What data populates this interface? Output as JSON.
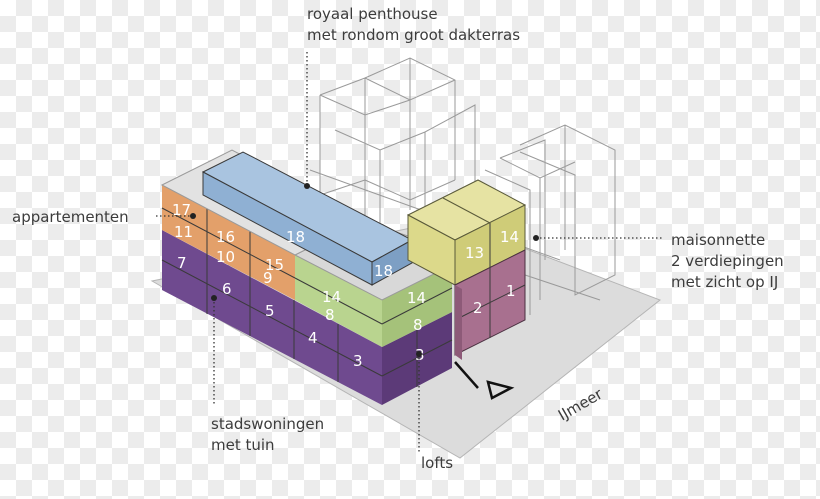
{
  "colors": {
    "purple": "#6f4a8f",
    "orange": "#e3a06a",
    "green": "#b9d48f",
    "yellow": "#dcd98a",
    "mauve": "#a8708f",
    "blue": "#8fb0d3",
    "ground": "#dcdcdc"
  },
  "labels": {
    "penthouse_line1": "royaal penthouse",
    "penthouse_line2": "met rondom groot dakterras",
    "appartementen": "appartementen",
    "maisonnette_line1": "maisonnette",
    "maisonnette_line2": "2 verdiepingen",
    "maisonnette_line3": "met zicht op IJ",
    "stadswoningen_line1": "stadswoningen",
    "stadswoningen_line2": "met tuin",
    "lofts": "lofts",
    "ijmeer": "IJmeer"
  },
  "units": {
    "u17": "17",
    "u11": "11",
    "u16": "16",
    "u10": "10",
    "u15": "15",
    "u9": "9",
    "u18a": "18",
    "u18b": "18",
    "u14a": "14",
    "u14b": "14",
    "u8a": "8",
    "u8b": "8",
    "u13": "13",
    "u14c": "14",
    "u2": "2",
    "u1": "1",
    "u7": "7",
    "u6": "6",
    "u5": "5",
    "u4": "4",
    "u3a": "3",
    "u3b": "3"
  }
}
